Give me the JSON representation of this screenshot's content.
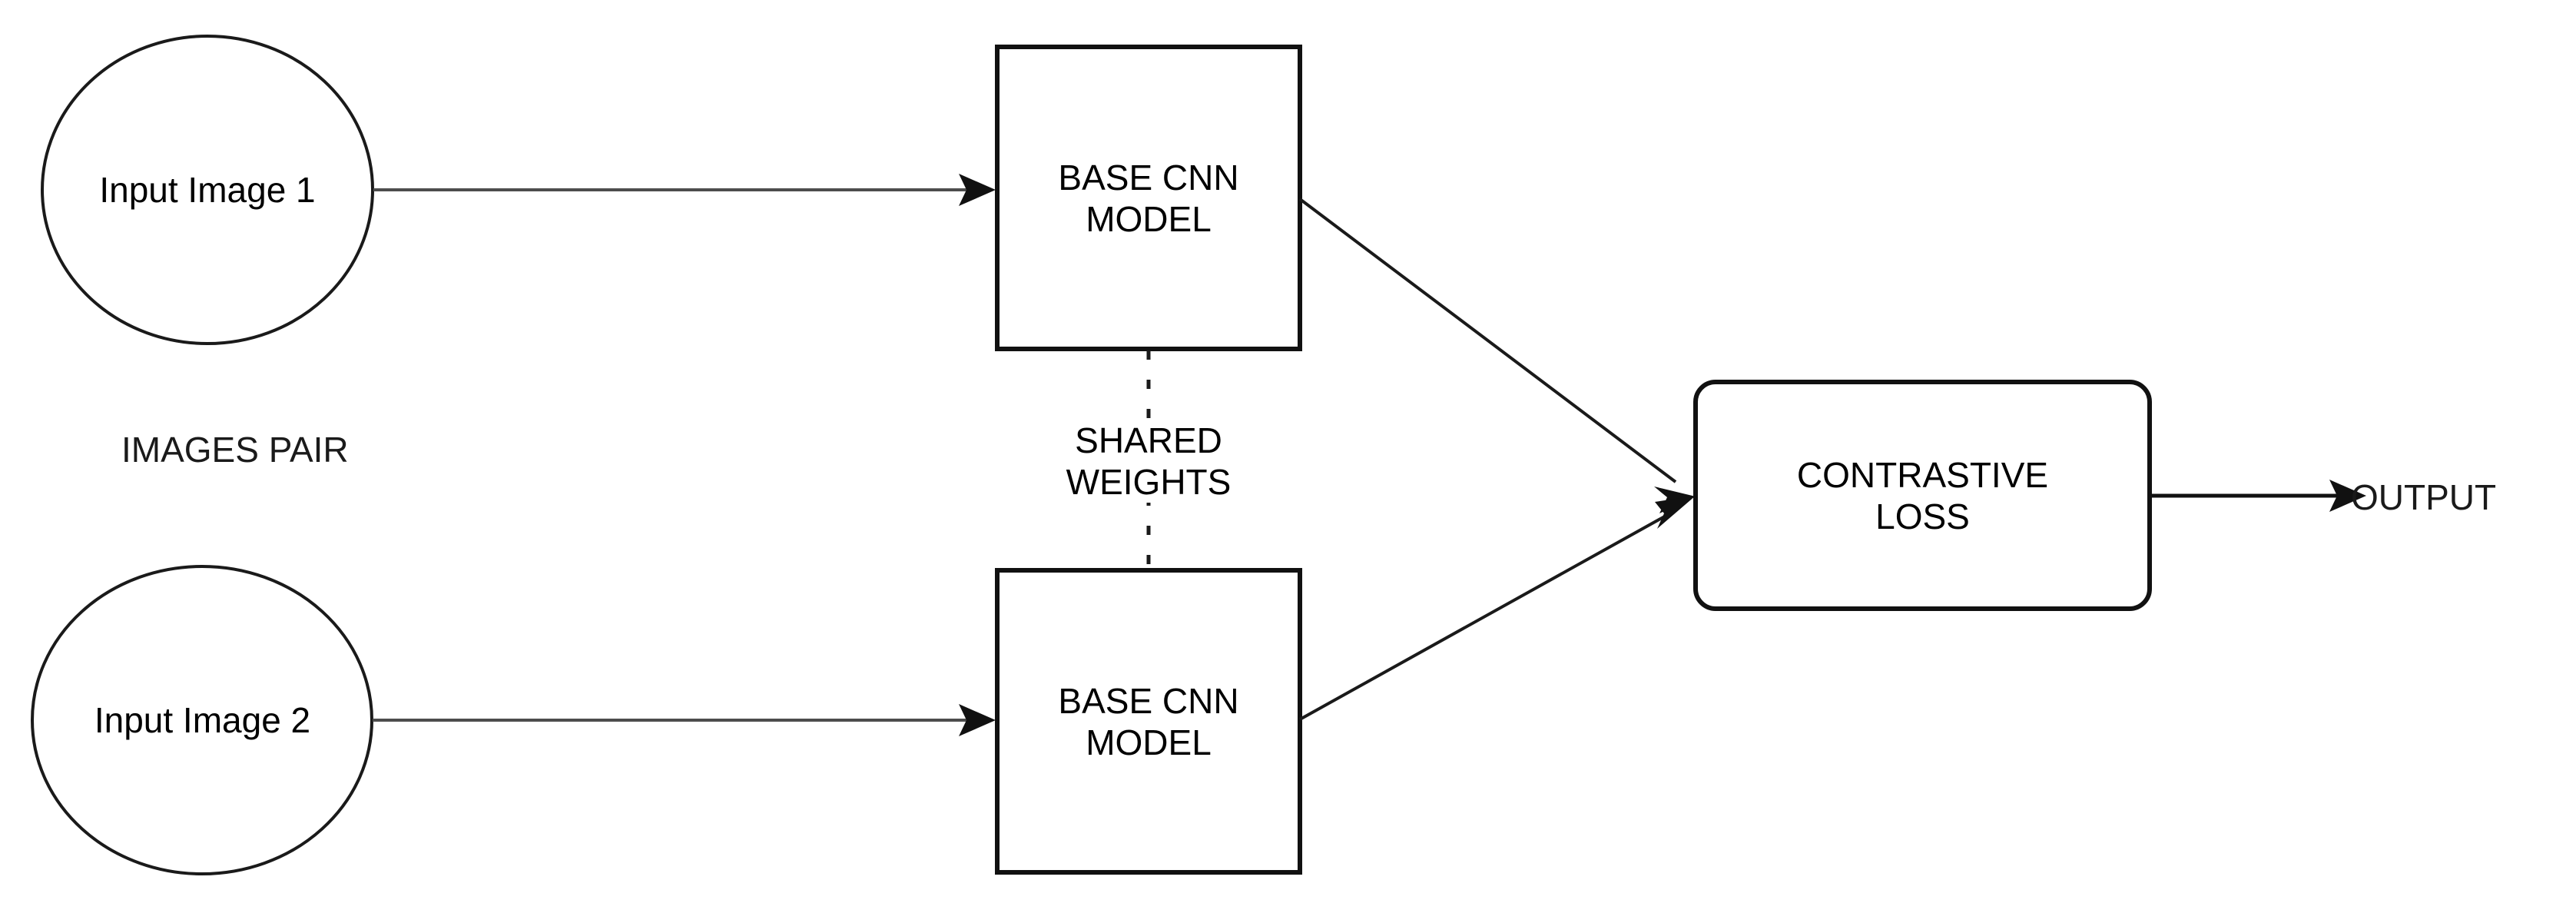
{
  "diagram": {
    "title": "Siamese network contrastive loss architecture",
    "background_color": "#ffffff",
    "stroke_color": "#1a1a1a",
    "nodes": {
      "input_image_1": {
        "label": "Input Image 1",
        "shape": "ellipse"
      },
      "input_image_2": {
        "label": "Input Image 2",
        "shape": "ellipse"
      },
      "base_cnn_model_1": {
        "label_line1": "BASE CNN",
        "label_line2": "MODEL",
        "shape": "rectangle"
      },
      "base_cnn_model_2": {
        "label_line1": "BASE CNN",
        "label_line2": "MODEL",
        "shape": "rectangle"
      },
      "contrastive_loss": {
        "label_line1": "CONTRASTIVE",
        "label_line2": "LOSS",
        "shape": "rounded-rectangle"
      }
    },
    "labels": {
      "images_pair": "IMAGES PAIR",
      "shared_weights_line1": "SHARED",
      "shared_weights_line2": "WEIGHTS",
      "output": "OUTPUT"
    },
    "edges": [
      {
        "from": "input_image_1",
        "to": "base_cnn_model_1",
        "style": "solid-arrow"
      },
      {
        "from": "input_image_2",
        "to": "base_cnn_model_2",
        "style": "solid-arrow"
      },
      {
        "from": "base_cnn_model_1",
        "to": "contrastive_loss",
        "style": "solid-arrow"
      },
      {
        "from": "base_cnn_model_2",
        "to": "contrastive_loss",
        "style": "solid-arrow"
      },
      {
        "from": "base_cnn_model_1",
        "to": "base_cnn_model_2",
        "style": "dashed",
        "label": "SHARED WEIGHTS"
      },
      {
        "from": "contrastive_loss",
        "to": "output",
        "style": "solid-arrow"
      }
    ]
  }
}
